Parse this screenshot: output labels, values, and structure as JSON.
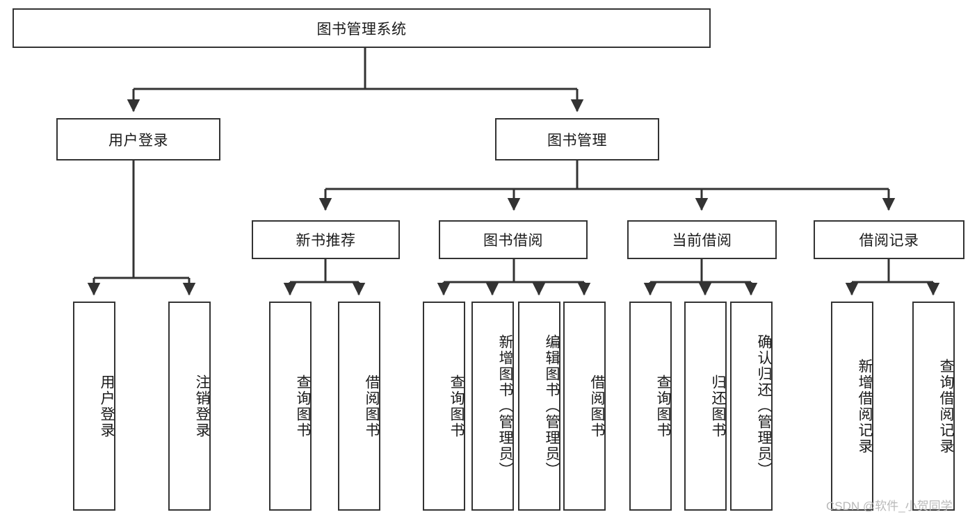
{
  "diagram": {
    "type": "tree-hierarchy",
    "title": "图书管理系统",
    "orientation": "top-down",
    "root": {
      "label": "图书管理系统",
      "level": 0
    },
    "level2": [
      {
        "label": "用户登录"
      },
      {
        "label": "图书管理"
      }
    ],
    "level3": [
      {
        "label": "新书推荐"
      },
      {
        "label": "图书借阅"
      },
      {
        "label": "当前借阅"
      },
      {
        "label": "借阅记录"
      }
    ],
    "leaves": {
      "user_login": [
        {
          "label": "用户登录"
        },
        {
          "label": "注销登录"
        }
      ],
      "new_book_recommend": [
        {
          "label": "查询图书"
        },
        {
          "label": "借阅图书"
        }
      ],
      "book_borrow": [
        {
          "label": "查询图书"
        },
        {
          "label": "新增图书（管理员）"
        },
        {
          "label": "编辑图书（管理员）"
        },
        {
          "label": "借阅图书"
        }
      ],
      "current_borrow": [
        {
          "label": "查询图书"
        },
        {
          "label": "归还图书"
        },
        {
          "label": "确认归还（管理员）"
        }
      ],
      "borrow_record": [
        {
          "label": "新增借阅记录"
        },
        {
          "label": "查询借阅记录"
        }
      ]
    },
    "watermark": "CSDN @软件_小贺同学",
    "colors": {
      "box_border": "#333333",
      "box_fill": "#ffffff",
      "edge": "#333333",
      "text": "#1a1a1a",
      "watermark": "#b9b9b9"
    }
  }
}
